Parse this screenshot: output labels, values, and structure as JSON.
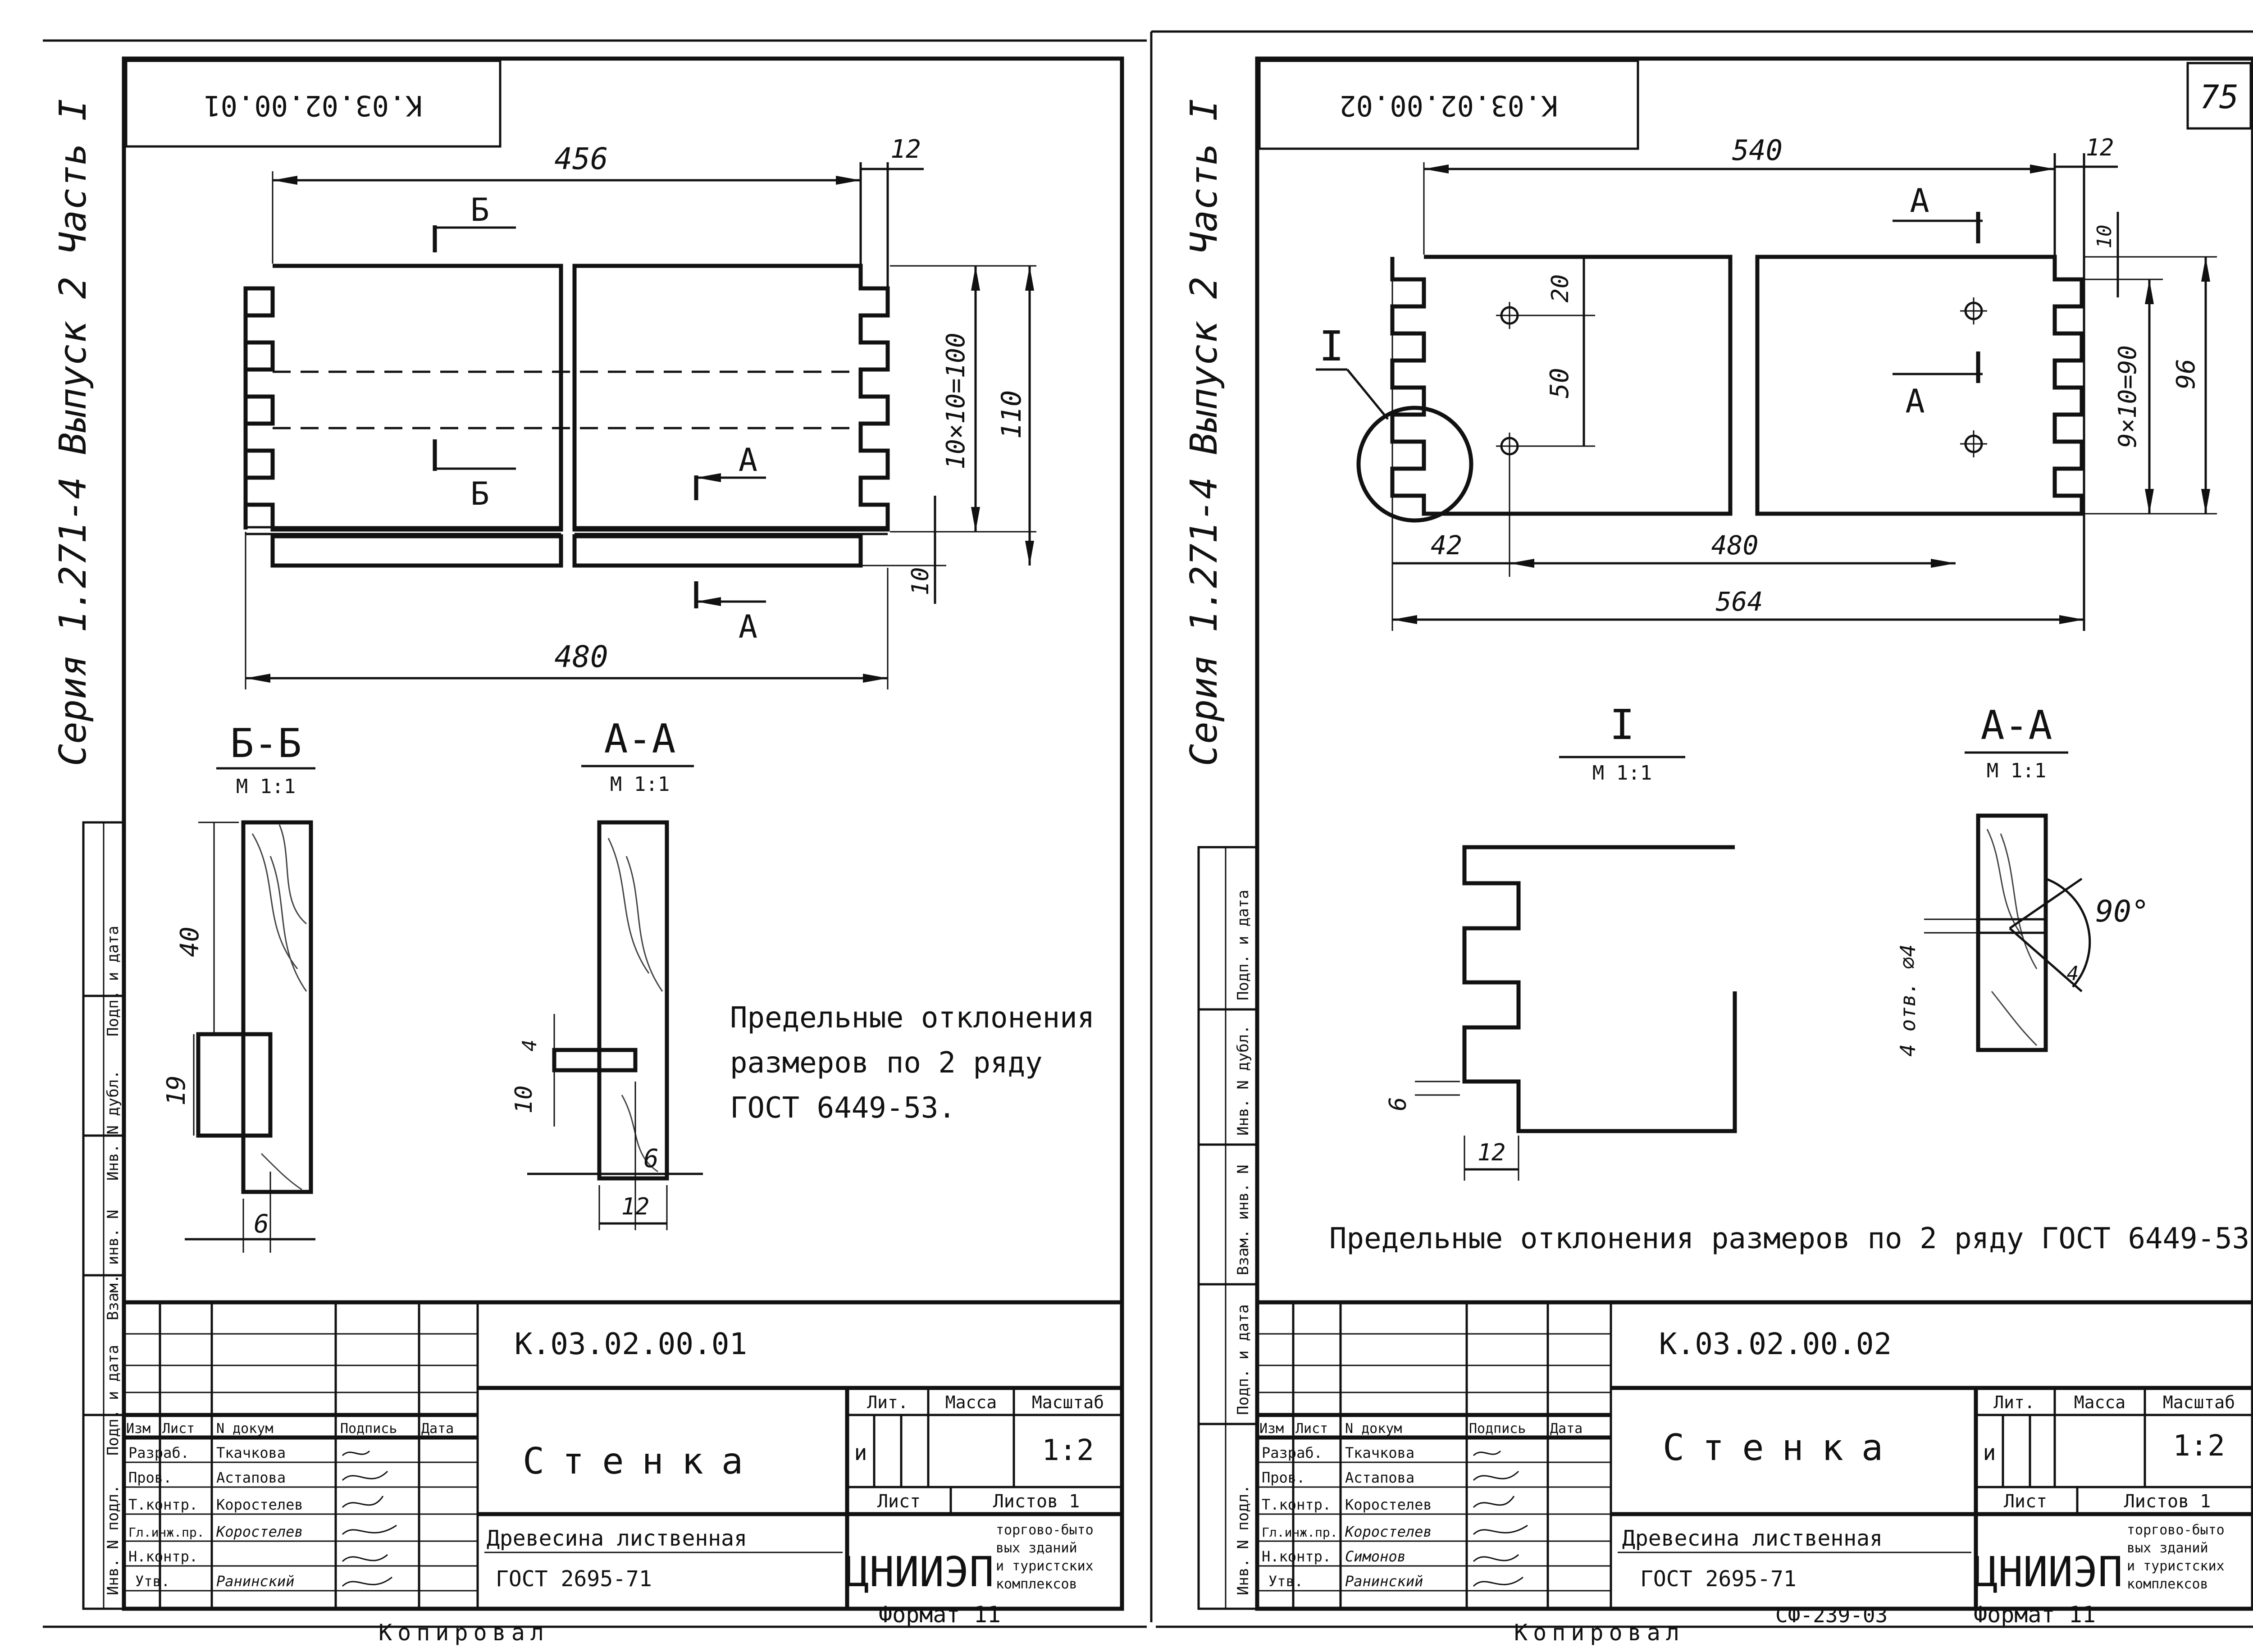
{
  "sheets": [
    {
      "stamp_code": "К.03.02.00.01",
      "page_number": "",
      "side_text": "Серия 1.271-4 Выпуск 2 Часть I",
      "dims": {
        "top_len": "456",
        "top_gap": "12",
        "height_tenons": "10×10=100",
        "height_total": "110",
        "bottom_len": "480",
        "bottom_gap": "10"
      },
      "section_marks": {
        "b": "Б",
        "a": "А"
      },
      "sections": [
        {
          "title": "Б-Б",
          "scale": "М 1:1",
          "dims": [
            "40",
            "19",
            "6"
          ]
        },
        {
          "title": "А-А",
          "scale": "М 1:1",
          "dims": [
            "4",
            "10",
            "6",
            "12"
          ]
        }
      ],
      "note": [
        "Предельные отклонения",
        "размеров по 2 ряду",
        "ГОСТ 6449-53."
      ],
      "left_strip": [
        "Взам. инв. N",
        "Инв. N дубл.",
        "Подп. и дата",
        "Подп. и дата",
        "Инв. N подл."
      ],
      "title_block": {
        "code": "К.03.02.00.01",
        "part_name": "Стенка",
        "material": [
          "Древесина лиственная",
          "ГОСТ 2695-71"
        ],
        "col_heads": [
          "Изм",
          "Лист",
          "N докум",
          "Подпись",
          "Дата"
        ],
        "roles": [
          "Разраб.",
          "Пров.",
          "Т.контр.",
          "Гл.инж.пр.",
          "Н.контр.",
          "Утв."
        ],
        "names": [
          "Ткачкова",
          "Астапова",
          "Коростелев",
          "Коростелев",
          "",
          "Ранинский"
        ],
        "lit_head": "Лит.",
        "mass_head": "Масса",
        "scale_head": "Масштаб",
        "lit_val": "и",
        "scale_val": "1:2",
        "sheet_head": "Лист",
        "sheets_head": "Листов 1",
        "org": "ЦНИИЭП",
        "org_desc": [
          "торгово-быто",
          "вых зданий",
          "и туристских",
          "комплексов"
        ]
      },
      "footer": {
        "copied": "Копировал",
        "format": "Формат 11"
      }
    },
    {
      "stamp_code": "К.03.02.00.02",
      "page_number": "75",
      "side_text": "Серия 1.271-4 Выпуск 2 Часть I",
      "dims": {
        "top_len": "540",
        "top_gap": "12",
        "gap_10": "10",
        "v20": "20",
        "v50": "50",
        "height_tenons": "9×10=90",
        "height_total": "96",
        "h42": "42",
        "h480": "480",
        "bottom_len": "564"
      },
      "section_marks": {
        "a": "А",
        "detail": "I"
      },
      "sections": [
        {
          "title": "I",
          "scale": "М 1:1",
          "dims": [
            "6",
            "12"
          ]
        },
        {
          "title": "А-А",
          "scale": "М 1:1",
          "dims": [
            "90°",
            "4 отв. ⌀4",
            "4"
          ]
        }
      ],
      "note": [
        "Предельные отклонения размеров по 2 ряду ГОСТ 6449-53."
      ],
      "left_strip": [
        "Взам. инв. N",
        "Инв. N дубл.",
        "Подп. и дата",
        "Подп. и дата",
        "Инв. N подл."
      ],
      "title_block": {
        "code": "К.03.02.00.02",
        "part_name": "Стенка",
        "material": [
          "Древесина лиственная",
          "ГОСТ 2695-71"
        ],
        "col_heads": [
          "Изм",
          "Лист",
          "N докум",
          "Подпись",
          "Дата"
        ],
        "roles": [
          "Разраб.",
          "Пров.",
          "Т.контр.",
          "Гл.инж.пр.",
          "Н.контр.",
          "Утв."
        ],
        "names": [
          "Ткачкова",
          "Астапова",
          "Коростелев",
          "Коростелев",
          "Симонов",
          "Ранинский"
        ],
        "lit_head": "Лит.",
        "mass_head": "Масса",
        "scale_head": "Масштаб",
        "lit_val": "и",
        "scale_val": "1:2",
        "sheet_head": "Лист",
        "sheets_head": "Листов 1",
        "org": "ЦНИИЭП",
        "org_desc": [
          "торгово-быто",
          "вых зданий",
          "и туристских",
          "комплексов"
        ]
      },
      "footer": {
        "copied": "Копировал",
        "inv": "СФ-239-03",
        "format": "Формат 11"
      }
    }
  ]
}
